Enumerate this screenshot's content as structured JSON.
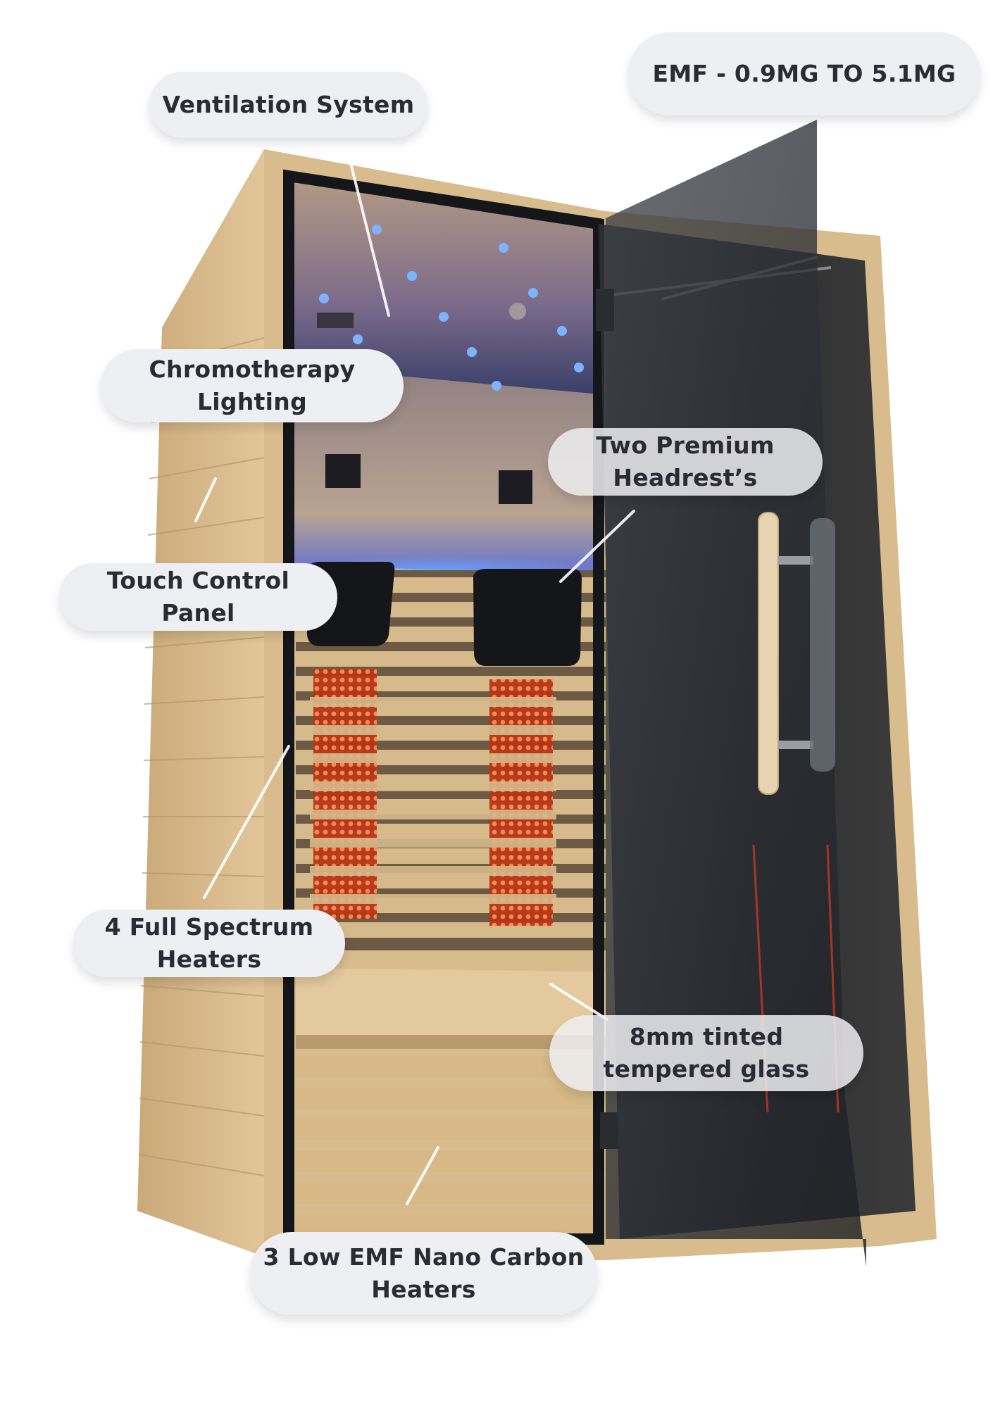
{
  "callouts": {
    "ventilation": "Ventilation System",
    "emf": "EMF - 0.9MG TO 5.1MG",
    "chromotherapy": "Chromotherapy\nLighting",
    "headrests": "Two Premium\nHeadrest’s",
    "touch_panel": "Touch Control\nPanel",
    "full_spectrum": "4 Full Spectrum\nHeaters",
    "glass": "8mm tinted\ntempered glass",
    "carbon": "3 Low EMF Nano Carbon\nHeaters"
  },
  "colors": {
    "label_bg": "#eeeff2",
    "label_text": "#2a2c33",
    "wood": "#d8b98b",
    "led_blue": "#4f8dff",
    "heater_red": "#e04b2a",
    "glass_tint": "#1c1f24"
  }
}
